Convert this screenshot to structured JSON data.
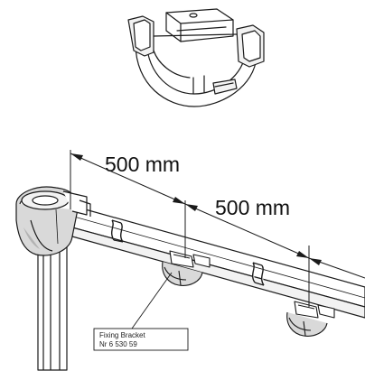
{
  "colors": {
    "line": "#1a1a1a",
    "fill_light": "#f2f2f2",
    "fill_mid": "#d9d9d9",
    "fill_dark": "#9a9a9a",
    "background": "#ffffff"
  },
  "dimensions": {
    "first": "500 mm",
    "second": "500 mm"
  },
  "callout": {
    "line1": "Fixing Bracket",
    "line2": "Nr 6 530 59"
  }
}
